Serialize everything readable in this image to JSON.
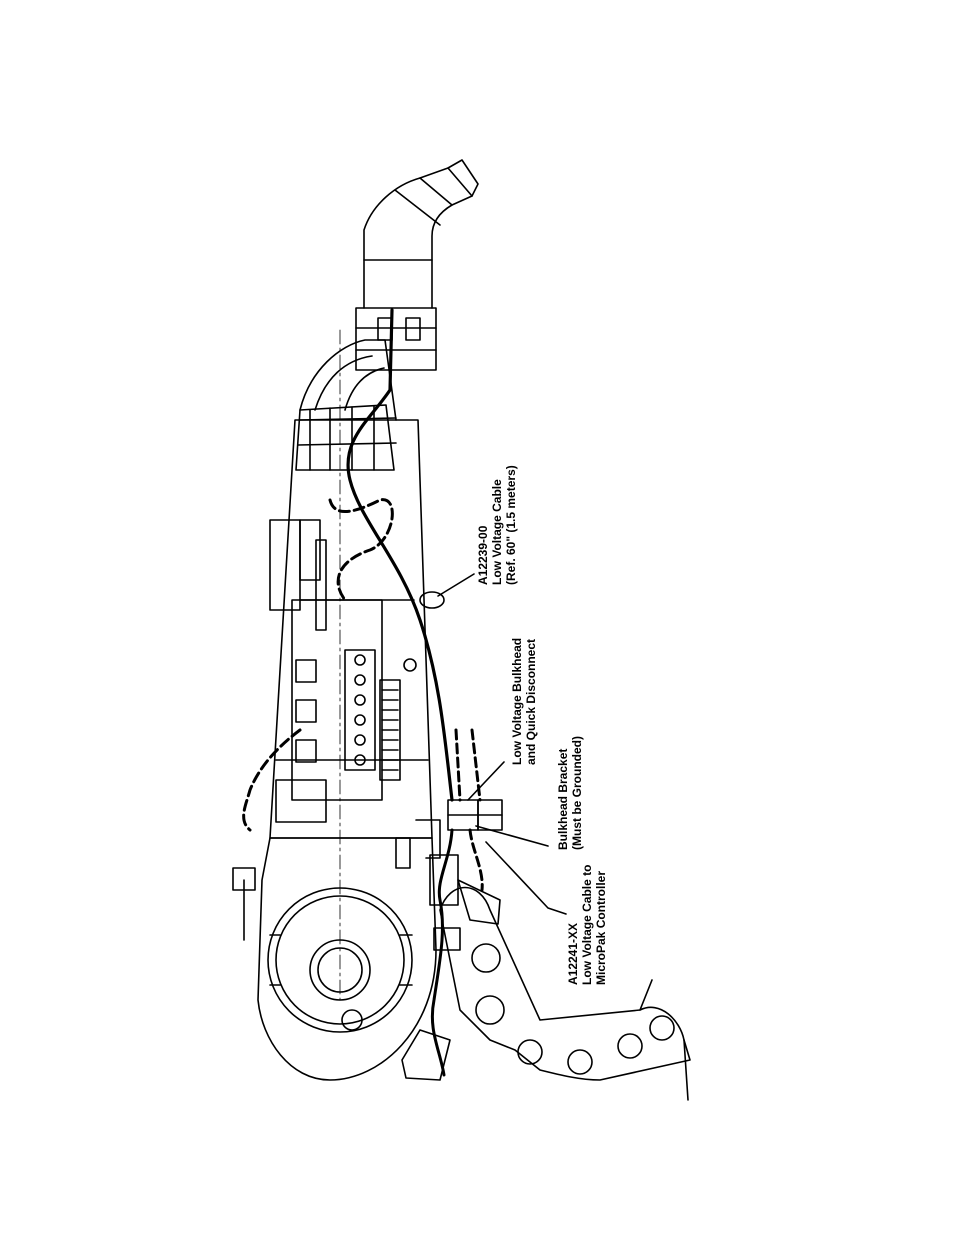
{
  "callouts": {
    "a12239": {
      "part_number": "A12239-00",
      "line1": "Low Voltage Cable",
      "line2": "(Ref. 60\" (1.5 meters)"
    },
    "bulkhead_disconnect": {
      "line1": "Low Voltage Bulkhead",
      "line2": "and Quick Disconnect"
    },
    "bulkhead_bracket": {
      "line1": "Bulkhead Bracket",
      "line2": "(Must be Grounded)"
    },
    "a12241": {
      "part_number": "A12241-XX",
      "line1": "Low Voltage Cable to",
      "line2": "MicroPak Controller"
    }
  },
  "colors": {
    "line": "#000000",
    "background": "#ffffff"
  }
}
